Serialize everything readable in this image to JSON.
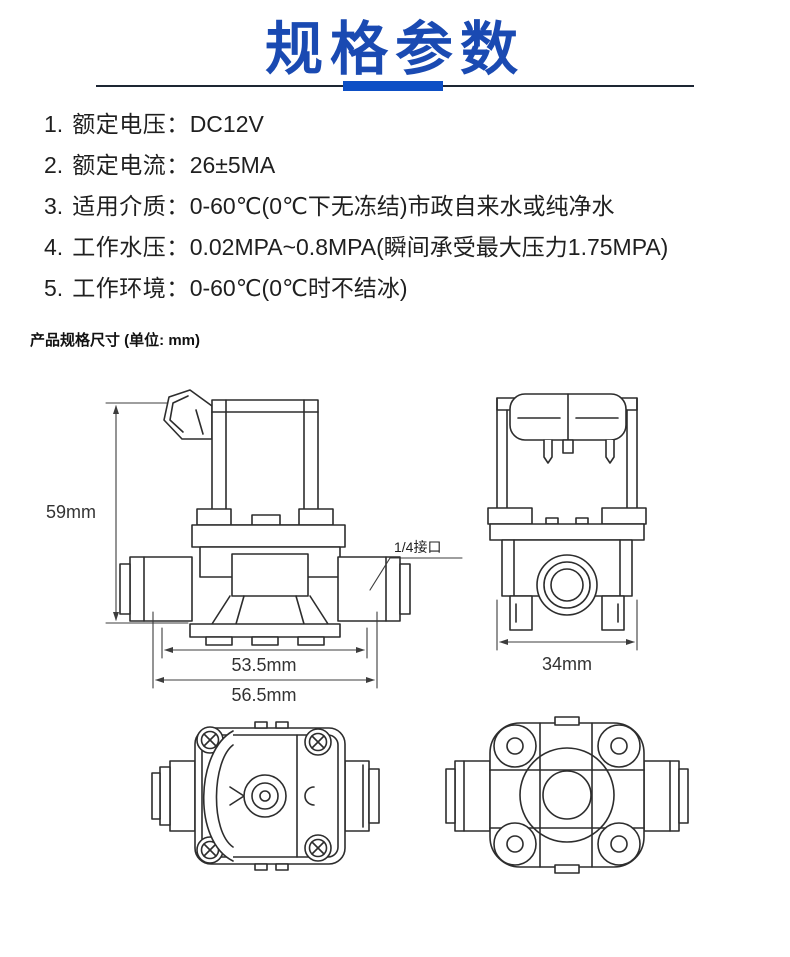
{
  "header": {
    "title": "规格参数"
  },
  "specs": {
    "items": [
      {
        "num": "1.",
        "label": "额定电压：",
        "value": "DC12V"
      },
      {
        "num": "2.",
        "label": "额定电流：",
        "value": "26±5MA"
      },
      {
        "num": "3.",
        "label": "适用介质：",
        "value": "0-60℃(0℃下无冻结)市政自来水或纯净水"
      },
      {
        "num": "4.",
        "label": "工作水压：",
        "value": "0.02MPA~0.8MPA(瞬间承受最大压力1.75MPA)"
      },
      {
        "num": "5.",
        "label": "工作环境：",
        "value": "0-60℃(0℃时不结冰)"
      }
    ]
  },
  "dimensions": {
    "heading": "产品规格尺寸 (单位: mm)",
    "side_view": {
      "height": "59mm",
      "width_inner": "53.5mm",
      "width_outer": "56.5mm",
      "port_callout": "1/4接口"
    },
    "front_view": {
      "width": "34mm"
    }
  },
  "colors": {
    "accent_blue": "#1a4ab2",
    "bar_blue": "#0d4fc5",
    "rule_dark": "#1d2633",
    "line_art": "#2d2d2d",
    "text": "#1f1f1f"
  }
}
